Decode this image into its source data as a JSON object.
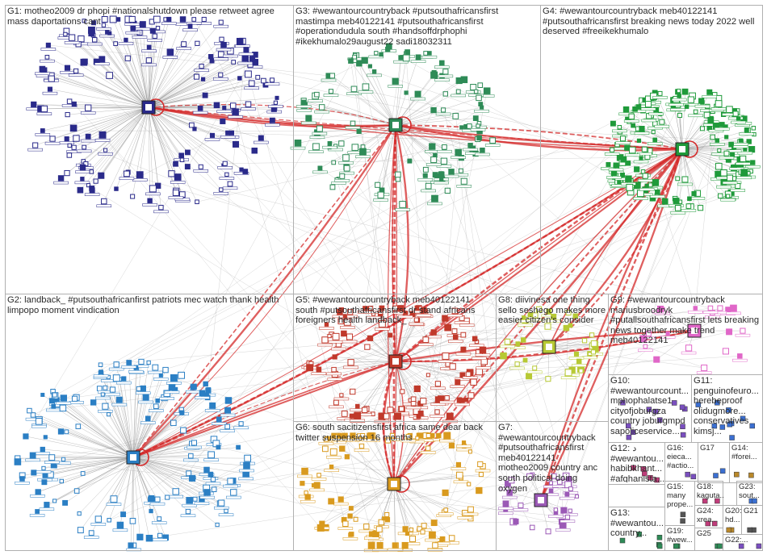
{
  "groups": [
    {
      "id": "G1",
      "label": "G1: motheo2009 dr phopi #nationalshutdown please retweet agree mass daportations cant"
    },
    {
      "id": "G2",
      "label": "G2: landback_ #putsouthafricanfirst patriots mec watch thank health limpopo moment vindication"
    },
    {
      "id": "G3",
      "label": "G3: #wewantourcountryback #putsouthafricansfirst mastimpa meb40122141 #putsouthafricansfirst #operationdudula south #handsoffdrphophi #ikekhumalo29august22 sadi18032311"
    },
    {
      "id": "G4",
      "label": "G4: #wewantourcountryback meb40122141 #putsouthafricansfirst breaking news today 2022 well deserved #freeikekhumalo"
    },
    {
      "id": "G5",
      "label": "G5: #wewantourcountryback meb40122141 south #putsouthafricansfirst dr stand africans foreigners health landback_"
    },
    {
      "id": "G6",
      "label": "G6: south sacitizensfirst africa same dear back twitter suspension 16 months"
    },
    {
      "id": "G7",
      "label": "G7: #wewantourcountryback #putsouthafricansfirst meb40122141 motheo2009 country anc south political doing oxygen"
    },
    {
      "id": "G8",
      "label": "G8: diivinesa one thing sello seshego makes more easier citizen's consider"
    },
    {
      "id": "G9",
      "label": "G9: #wewantourcountryback mariusbroodryk #putallsouthafricansfirst lets breaking news together make trend meb40122141"
    },
    {
      "id": "G10",
      "label": "G10: #wewantourcount... mphophalatse1 cityofjoburgza country joburgmpd sapoliceservice..."
    },
    {
      "id": "G11",
      "label": "G11: penguinofeuro... herebeproof olidugmore... conservatives kimsj..."
    },
    {
      "id": "G12",
      "label": "G12: د #wewantou... habibkhant... #afghanista..."
    },
    {
      "id": "G13",
      "label": "G13: #wewantou... country..."
    },
    {
      "id": "G14",
      "label": "G14: #forei..."
    },
    {
      "id": "G15",
      "label": "G15: many prope..."
    },
    {
      "id": "G16",
      "label": "G16: eieca... #actio..."
    },
    {
      "id": "G17",
      "label": "G17"
    },
    {
      "id": "G18",
      "label": "G18: kaguta..."
    },
    {
      "id": "G19",
      "label": "G19: #wew..."
    },
    {
      "id": "G20",
      "label": "G20: hd..."
    },
    {
      "id": "G21",
      "label": "G21"
    },
    {
      "id": "G22",
      "label": "G22:..."
    },
    {
      "id": "G23",
      "label": "G23: sout..."
    },
    {
      "id": "G24",
      "label": "G24: xrea..."
    },
    {
      "id": "G25",
      "label": "G25"
    }
  ],
  "colors": {
    "G1": "#2a2a8a",
    "G2": "#2b7fc4",
    "G3": "#2e8b57",
    "G4": "#1f9a3a",
    "G5": "#c0392b",
    "G6": "#d99a1e",
    "G7": "#9b59b6",
    "G8": "#b7c934",
    "G9": "#e067c8",
    "border": "#b0b0b0",
    "edge": "#8c8c8c",
    "edge_red": "#d42a2a"
  },
  "hub_icons": [
    "gear-icon",
    "flag-icon",
    "eye-icon",
    "camera-icon"
  ]
}
